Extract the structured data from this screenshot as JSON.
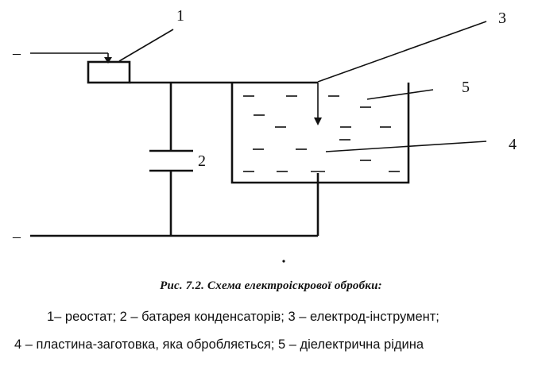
{
  "diagram": {
    "labels": {
      "rheostat": "1",
      "capacitors": "2",
      "electrode": "3",
      "workpiece": "4",
      "fluid": "5"
    },
    "terminals": {
      "top": "–",
      "bottom": "–"
    }
  },
  "caption": {
    "title": "Рис. 7.2. Схема електроіскрової обробки:",
    "legend_line_1": "1– реостат; 2 – батарея конденсаторів; 3 – електрод-інструмент;",
    "legend_line_2": "4 – пластина-заготовка, яка обробляється; 5 – діелектрична рідина"
  }
}
